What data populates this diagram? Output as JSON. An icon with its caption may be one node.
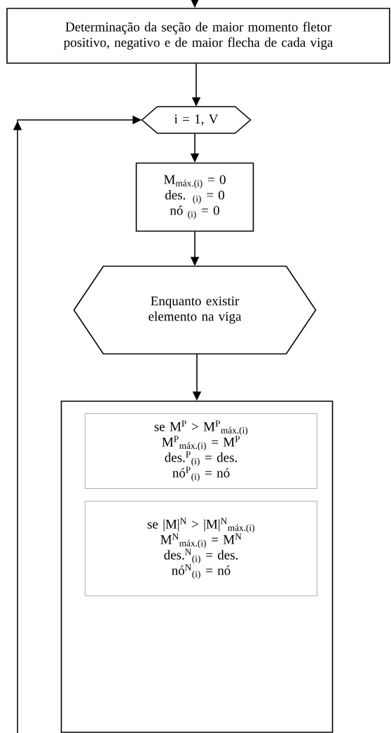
{
  "diagram": {
    "nodes": [
      {
        "text": [
          "Determinação da seção de maior momento fletor positivo, negativo e de maior flecha de cada viga"
        ]
      },
      {
        "text": [
          "i = 1, V"
        ]
      },
      {
        "text": [
          "M$_{máx.(i)}$ = 0",
          "des. $_{(i)}$ = 0",
          "nó $_{(i)}$ = 0"
        ]
      },
      {
        "text": [
          "Enquanto existir elemento na viga"
        ]
      },
      {
        "text": [],
        "shape": "box"
      },
      {
        "text": [
          "se M$^{P}$ > M$^{P}$$_{máx.(i)}$",
          "M$^{P}$$_{máx.(i)}$ = M$^{P}$",
          "des.$^{P}$$_{(i)}$ = des.",
          "nó$^{P}$$_{(i)}$ = nó"
        ],
        "in": 4
      },
      {
        "text": [
          "se |M|$^{N}$ > |M|$^{N}$$_{máx.(i)}$",
          "M$^{N}$$_{máx.(i)}$ = M$^{N}$",
          "des.$^{N}$$_{(i)}$ = des.",
          "nó$^{N}$$_{(i)}$ = nó"
        ],
        "in": 4
      }
    ],
    "edges": [
      {
        "from": null,
        "to": 0,
        "arrow": "to"
      },
      {
        "from": 0,
        "to": 1,
        "arrow": "to"
      },
      {
        "from": 1,
        "to": 2,
        "arrow": "to"
      },
      {
        "from": 2,
        "to": 3,
        "arrow": "to"
      },
      {
        "from": 3,
        "to": 4,
        "arrow": "to"
      },
      {
        "from": null,
        "to": 1,
        "arrow": "to"
      }
    ]
  }
}
